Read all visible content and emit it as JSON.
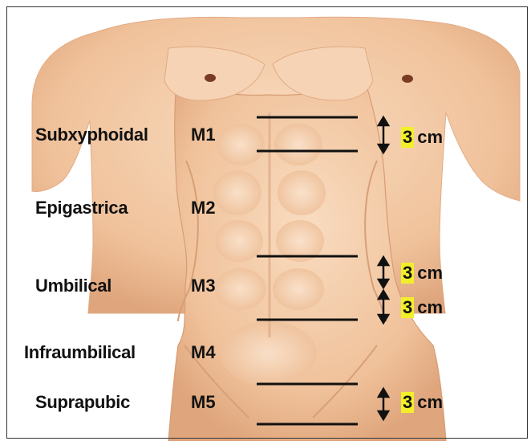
{
  "zones": [
    {
      "label": "Subxyphoidal",
      "code": "M1"
    },
    {
      "label": "Epigastrica",
      "code": "M2"
    },
    {
      "label": "Umbilical",
      "code": "M3"
    },
    {
      "label": "Infraumbilical",
      "code": "M4"
    },
    {
      "label": "Suprapubic",
      "code": "M5"
    }
  ],
  "measurements": [
    {
      "value": "3",
      "unit": "cm"
    },
    {
      "value": "3",
      "unit": "cm"
    },
    {
      "value": "3",
      "unit": "cm"
    },
    {
      "value": "3",
      "unit": "cm"
    }
  ],
  "colors": {
    "skin": "#f3c9a2",
    "skin_shadow": "#dfa57c",
    "nipple": "#7a3b24",
    "line": "#111111",
    "highlight": "#f2ef2a"
  }
}
